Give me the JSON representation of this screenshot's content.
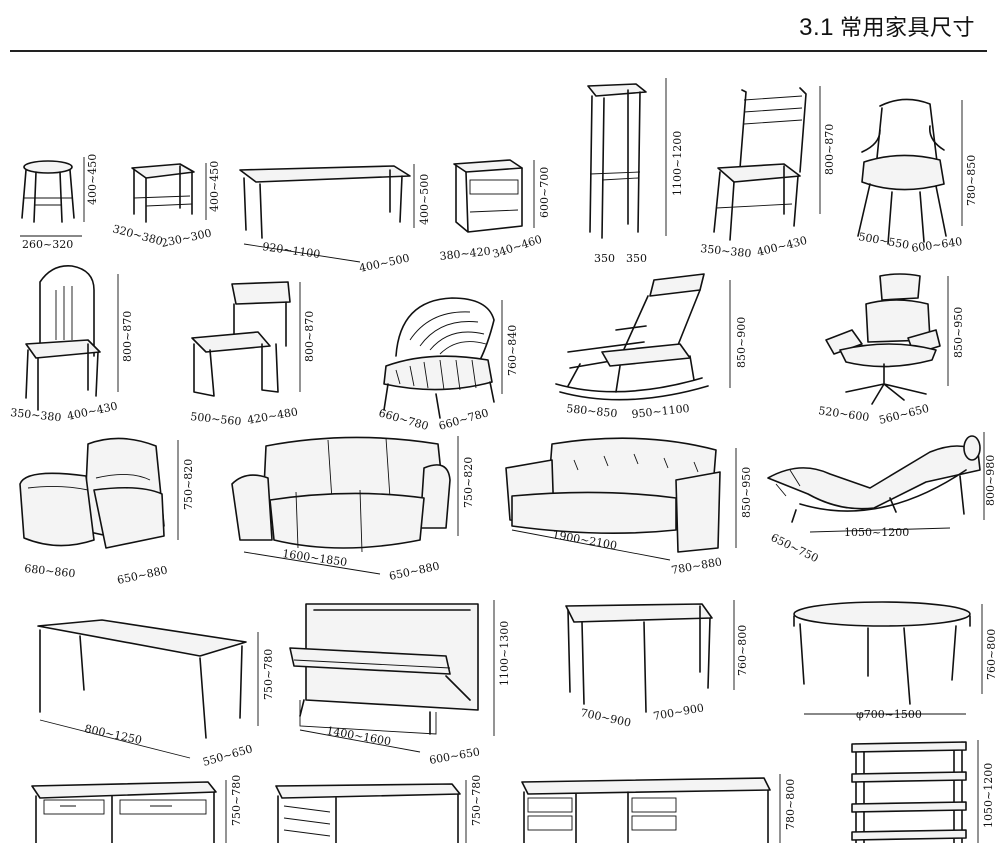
{
  "header": {
    "number": "3.1",
    "title": "常用家具尺寸"
  },
  "labels": {
    "stool_round_h": "400~450",
    "stool_round_w": "260~320",
    "stool_sq_h": "400~450",
    "stool_sq_w": "320~380",
    "stool_sq_d": "230~300",
    "bench_h": "400~500",
    "bench_w": "920~1100",
    "bench_d": "400~500",
    "cabinet_h": "600~700",
    "cabinet_w": "380~420",
    "cabinet_d": "340~460",
    "stand_h": "1100~1200",
    "stand_w": "350",
    "stand_d": "350",
    "chair1_h": "800~870",
    "chair1_w": "350~380",
    "chair1_d": "400~430",
    "arm1_h": "780~850",
    "arm1_w": "500~550",
    "arm1_d": "600~640",
    "chair2_h": "800~870",
    "chair2_w": "350~380",
    "chair2_d": "400~430",
    "chair3_h": "800~870",
    "chair3_w": "500~560",
    "chair3_d": "420~480",
    "wicker_h": "760~840",
    "wicker_w": "660~780",
    "wicker_d": "660~780",
    "rocker_h": "850~900",
    "rocker_w": "580~850",
    "rocker_d": "950~1100",
    "office_h": "850~950",
    "office_w": "520~600",
    "office_d": "560~650",
    "sofa1_h": "750~820",
    "sofa1_w": "680~860",
    "sofa1_d": "650~880",
    "sofa3_h": "750~820",
    "sofa3_w": "1600~1850",
    "sofa3_d": "650~880",
    "tuft_h": "850~950",
    "tuft_w": "1900~2100",
    "tuft_d": "780~880",
    "lounge_h": "800~980",
    "lounge_w": "1050~1200",
    "lounge_d": "650~750",
    "longtable_h": "750~780",
    "longtable_w": "800~1250",
    "longtable_d": "550~650",
    "piano_h": "1100~1300",
    "piano_w": "1400~1600",
    "piano_d": "600~650",
    "sqtable_h": "760~800",
    "sqtable_w": "700~900",
    "sqtable_d": "700~900",
    "round_h": "760~800",
    "round_d": "φ700~1500",
    "desk1_h": "750~780",
    "desk2_h": "750~780",
    "desk3_h": "780~800",
    "shelf_h": "1050~1200"
  }
}
